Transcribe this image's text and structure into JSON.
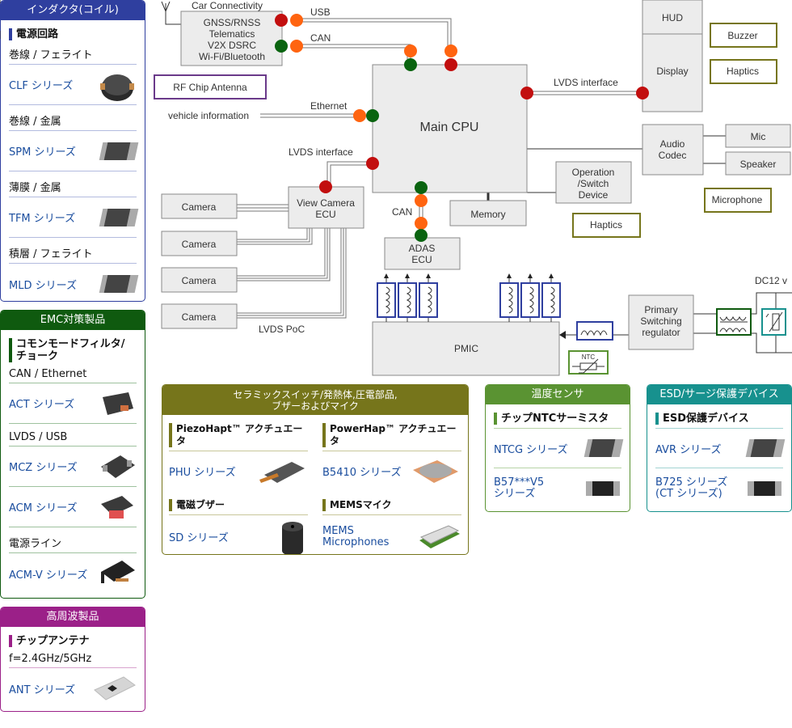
{
  "panels": {
    "inductor": {
      "title": "インダクタ(コイル)",
      "color": "#2f3f9f",
      "category": "電源回路",
      "groups": [
        {
          "sub": "巻線 / フェライト",
          "link": "CLF シリーズ",
          "icon": "power-inductor-icon"
        },
        {
          "sub": "巻線 / 金属",
          "link": "SPM シリーズ",
          "icon": "chip-component-icon"
        },
        {
          "sub": "薄膜 / 金属",
          "link": "TFM シリーズ",
          "icon": "chip-component-icon"
        },
        {
          "sub": "積層 / フェライト",
          "link": "MLD シリーズ",
          "icon": "chip-component-icon"
        }
      ]
    },
    "emc": {
      "title": "EMC対策製品",
      "color": "#0f5a0f",
      "category": "コモンモードフィルタ/チョーク",
      "groups": [
        {
          "sub": "CAN / Ethernet",
          "link": "ACT シリーズ",
          "icon": "common-mode-filter-icon"
        },
        {
          "sub": "LVDS / USB",
          "link": "MCZ シリーズ",
          "icon": "common-mode-filter-icon"
        },
        {
          "sub": "",
          "link": "ACM シリーズ",
          "icon": "common-mode-filter-icon"
        },
        {
          "sub": "電源ライン",
          "link": "ACM-V シリーズ",
          "icon": "common-mode-filter-icon"
        }
      ]
    },
    "rf": {
      "title": "高周波製品",
      "color": "#9b2088",
      "category": "チップアンテナ",
      "groups": [
        {
          "sub": "f=2.4GHz/5GHz",
          "link": "ANT シリーズ",
          "icon": "chip-antenna-icon"
        }
      ]
    },
    "ceramic": {
      "title_line1": "セラミックスイッチ/発熱体,圧電部品,",
      "title_line2": "ブザーおよびマイク",
      "color": "#76751b",
      "cells": [
        {
          "category": "PiezoHapt™ アクチュエータ",
          "link": "PHU シリーズ",
          "icon": "piezo-actuator-icon"
        },
        {
          "category": "PowerHap™ アクチュエータ",
          "link": "B5410 シリーズ",
          "icon": "powerhap-icon"
        },
        {
          "category": "電磁ブザー",
          "link": "SD シリーズ",
          "icon": "buzzer-icon"
        },
        {
          "category": "MEMSマイク",
          "link_line1": "MEMS",
          "link_line2": "Microphones",
          "icon": "mems-mic-icon"
        }
      ]
    },
    "temp": {
      "title": "温度センサ",
      "color": "#5a9332",
      "category": "チップNTCサーミスタ",
      "items": [
        {
          "link_line1": "NTCG シリーズ",
          "link_line2": "",
          "icon": "chip-component-icon"
        },
        {
          "link_line1": "B57***V5",
          "link_line2": "シリーズ",
          "icon": "chip-component-icon"
        }
      ]
    },
    "esd": {
      "title": "ESD/サージ保護デバイス",
      "color": "#17918e",
      "category": "ESD保護デバイス",
      "items": [
        {
          "link_line1": "AVR シリーズ",
          "link_line2": "",
          "icon": "chip-component-icon"
        },
        {
          "link_line1": "B725 シリーズ",
          "link_line2": "(CT シリーズ)",
          "icon": "chip-component-icon"
        }
      ]
    }
  },
  "diagram": {
    "car_connectivity": {
      "title": "Car Connectivity",
      "lines": [
        "GNSS/RNSS",
        "Telematics",
        "V2X DSRC",
        "Wi-Fi/Bluetooth"
      ]
    },
    "rf_chip_antenna": "RF Chip Antenna",
    "vehicle_information": "vehicle information",
    "main_cpu": "Main CPU",
    "hud": "HUD",
    "display": "Display",
    "buzzer": "Buzzer",
    "haptics_top": "Haptics",
    "audio_codec": [
      "Audio",
      "Codec"
    ],
    "mic": "Mic",
    "speaker": "Speaker",
    "microphone": "Microphone",
    "operation_switch": [
      "Operation",
      "/Switch",
      "Device"
    ],
    "haptics_mid": "Haptics",
    "memory": "Memory",
    "adas_ecu": [
      "ADAS",
      "ECU"
    ],
    "view_camera_ecu": [
      "View Camera",
      "ECU"
    ],
    "cameras": [
      "Camera",
      "Camera",
      "Camera",
      "Camera"
    ],
    "pmic": "PMIC",
    "primary_switching": [
      "Primary",
      "Switching",
      "regulator"
    ],
    "dc12v": "DC12 v",
    "ntc": "NTC",
    "labels": {
      "usb": "USB",
      "can_top": "CAN",
      "ethernet": "Ethernet",
      "lvds_interface_right": "LVDS interface",
      "lvds_interface_left": "LVDS interface",
      "can_adas": "CAN",
      "lvds_poc": "LVDS PoC"
    },
    "colors": {
      "red": "#c20f0f",
      "orange": "#ff6410",
      "green": "#0a6410",
      "box_fill": "#ececec",
      "box_stroke": "#8a8a8a",
      "olive": "#76751b",
      "purple": "#6a3a8a",
      "blue": "#2f3f9f"
    }
  }
}
